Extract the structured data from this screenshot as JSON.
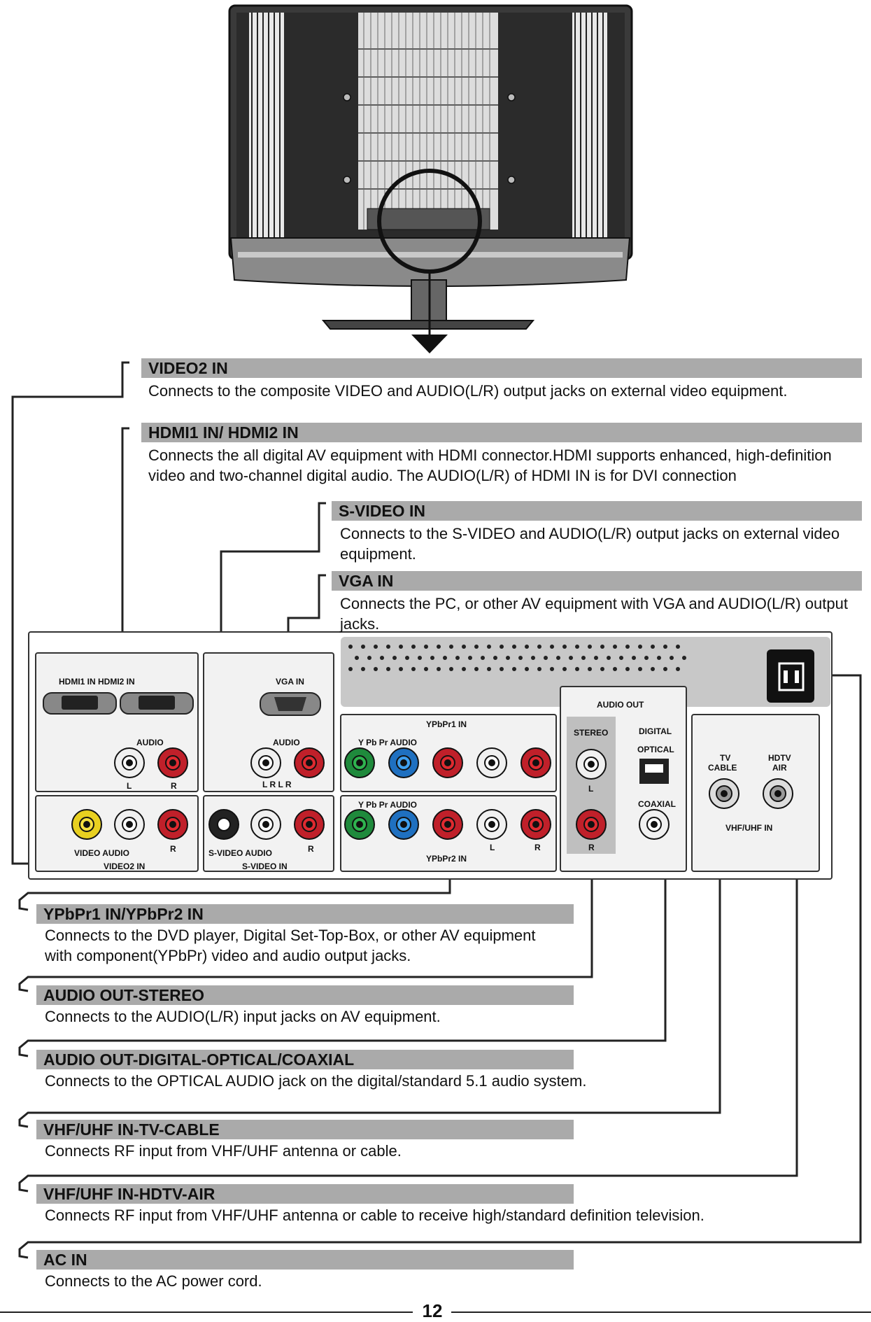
{
  "sections": [
    {
      "title": "VIDEO2 IN",
      "desc": "Connects to the composite VIDEO and AUDIO(L/R) output jacks on external video equipment."
    },
    {
      "title": "HDMI1 IN/ HDMI2 IN",
      "desc": "Connects the all digital AV equipment with HDMI connector.HDMI supports enhanced, high-definition video and two-channel digital audio.  The AUDIO(L/R) of HDMI IN is for DVI connection"
    },
    {
      "title": "S-VIDEO IN",
      "desc": "Connects to the S-VIDEO and AUDIO(L/R) output jacks on external video equipment."
    },
    {
      "title": "VGA IN",
      "desc": "Connects the PC, or other AV equipment with VGA and AUDIO(L/R) output jacks."
    },
    {
      "title": "YPbPr1 IN/YPbPr2 IN",
      "desc": "Connects to the DVD player, Digital Set-Top-Box, or other AV equipment with component(YPbPr) video and audio output jacks."
    },
    {
      "title": "AUDIO OUT-STEREO",
      "desc": "Connects to the AUDIO(L/R) input jacks on AV equipment."
    },
    {
      "title": "AUDIO OUT-DIGITAL-OPTICAL/COAXIAL",
      "desc": "Connects to the OPTICAL AUDIO jack on the digital/standard 5.1 audio system."
    },
    {
      "title": "VHF/UHF IN-TV-CABLE",
      "desc": "Connects RF input from VHF/UHF antenna or cable."
    },
    {
      "title": "VHF/UHF IN-HDTV-AIR",
      "desc": "Connects RF input from VHF/UHF antenna or cable to receive high/standard definition television."
    },
    {
      "title": "AC IN",
      "desc": "Connects to the AC power cord."
    }
  ],
  "panel_labels": {
    "hdmi_top": "HDMI1 IN HDMI2 IN",
    "audio": "AUDIO",
    "l": "L",
    "r": "R",
    "vga_in": "VGA IN",
    "lrlr": "L R L R",
    "ypbpr1_in": "YPbPr1 IN",
    "ypbpr_audio": "Y Pb Pr AUDIO",
    "ypbpr2_in": "YPbPr2 IN",
    "audio_out": "AUDIO OUT",
    "stereo": "STEREO",
    "digital": "DIGITAL",
    "optical": "OPTICAL",
    "coaxial": "COAXIAL",
    "tv": "TV",
    "cable": "CABLE",
    "hdtv": "HDTV",
    "air": "AIR",
    "vhf_uhf_in": "VHF/UHF IN",
    "video_audio": "VIDEO AUDIO",
    "video2_in": "VIDEO2 IN",
    "svideo_audio": "S-VIDEO AUDIO",
    "svideo_in": "S-VIDEO IN"
  },
  "page_number": "12"
}
